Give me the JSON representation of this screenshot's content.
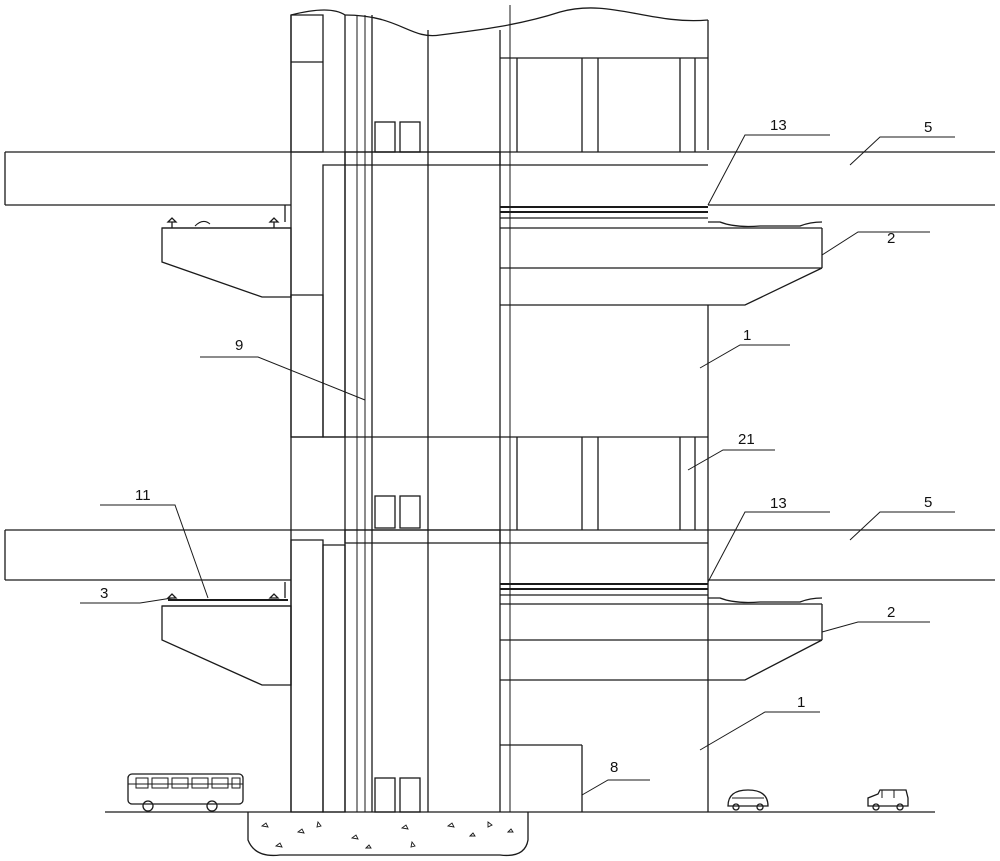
{
  "labels": {
    "l13_top": "13",
    "l5_top": "5",
    "l2_top": "2",
    "l9": "9",
    "l1_mid": "1",
    "l21": "21",
    "l11": "11",
    "l13_bot": "13",
    "l5_bot": "5",
    "l3": "3",
    "l2_bot": "2",
    "l1_bot": "1",
    "l8": "8"
  },
  "colors": {
    "line": "#1a1a1a",
    "hatch": "#1a1a1a",
    "background": "#ffffff"
  }
}
